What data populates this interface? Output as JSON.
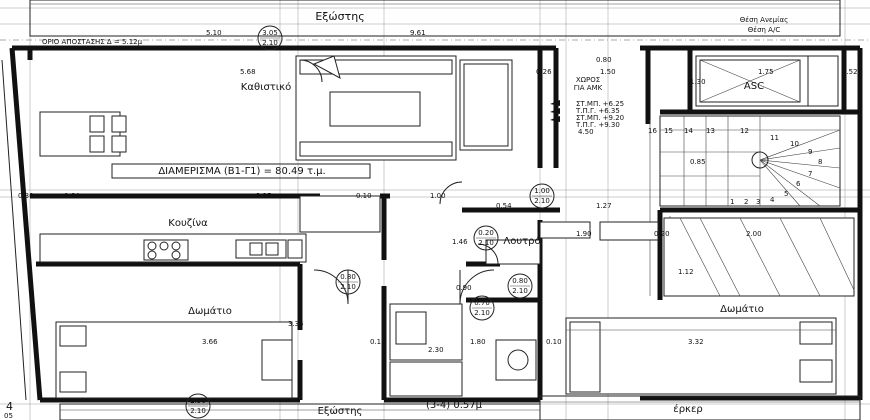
{
  "labels": {
    "street_top": "Εξώστης",
    "boundary_line": "ΟΡΙΟ ΑΠΟΣΤΑΣΗΣ Δ = 5.12μ",
    "air_shaft": "Θέση Ανεμίας",
    "ac_position": "Θέση A/C",
    "living_room": "Καθιστικό",
    "apartment_area": "ΔΙΑΜΕΡΙΣΜΑ (Β1-Γ1) = 80.49 τ.μ.",
    "kitchen": "Κουζίνα",
    "bathroom": "Λουτρό",
    "room_left": "Δωμάτιο",
    "room_right": "Δωμάτιο",
    "elevator": "ASC",
    "bay_window": "έρκερ",
    "balcony_bottom": "Εξώστης",
    "balcony_area": "(3-4) 0.57μ",
    "space_for_disabled_1": "ΧΩΡΟΣ",
    "space_for_disabled_2": "ΓΙΑ ΑΜΚ",
    "level_1": "ΣΤ.ΜΠ. +6.25",
    "level_2": "Τ.Π.Γ. +6.35",
    "level_3": "ΣΤ.ΜΠ. +9.20",
    "level_4": "Τ.Π.Γ. +9.30",
    "axis_number": "4"
  },
  "doors": [
    {
      "top": "3.05",
      "bottom": "2.10"
    },
    {
      "top": "1.00",
      "bottom": "2.10"
    },
    {
      "top": "0.80",
      "bottom": "2.10"
    },
    {
      "top": "0.80",
      "bottom": "2.10"
    },
    {
      "top": "0.70",
      "bottom": "2.10"
    },
    {
      "top": "0.20",
      "bottom": "2.10"
    },
    {
      "top": "2.50",
      "bottom": "2.10"
    }
  ],
  "dimensions": {
    "d_961": "9.61",
    "d_568": "5.68",
    "d_026": "0.26",
    "d_080": "0.80",
    "d_150": "1.50",
    "d_175": "1.75",
    "d_130": "1.30",
    "d_450": "4.50",
    "d_030": "0.30",
    "d_064": "0.64",
    "d_325": "3.25",
    "d_010": "0.10",
    "d_100": "1.00",
    "d_054": "0.54",
    "d_127": "1.27",
    "d_085": "0.85",
    "d_146": "1.46",
    "d_190": "1.90",
    "d_200": "2.00",
    "d_366": "3.66",
    "d_335": "3.35",
    "d_180": "1.80",
    "d_332": "3.32",
    "d_230": "2.30",
    "d_010b": "0.10",
    "d_010c": "0.10",
    "d_510": "5.10",
    "d_020": "0.20",
    "d_090": "0.90",
    "d_052": "0.52",
    "d_112": "1.12",
    "d_005": "05"
  },
  "stair_numbers": [
    "16",
    "15",
    "14",
    "13",
    "12",
    "11",
    "10",
    "9",
    "8",
    "7",
    "6",
    "5",
    "4",
    "3",
    "2",
    "1"
  ]
}
